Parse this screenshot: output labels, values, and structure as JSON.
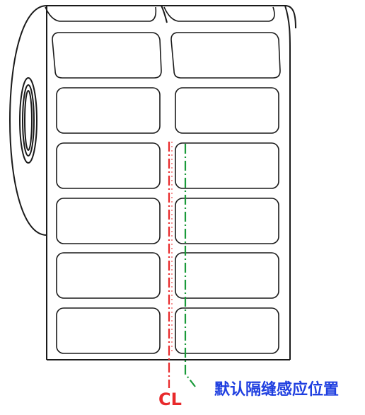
{
  "caption": {
    "text": "默认隔缝感应位置"
  },
  "centerline_label": {
    "text": "CL"
  },
  "colors": {
    "outline": "#1a1a1a",
    "centerline": "#e8292b",
    "sensor_line": "#1a9a3a",
    "caption": "#1f3fe0",
    "background": "#ffffff"
  },
  "label_grid": {
    "columns": 2,
    "rows": 7
  }
}
